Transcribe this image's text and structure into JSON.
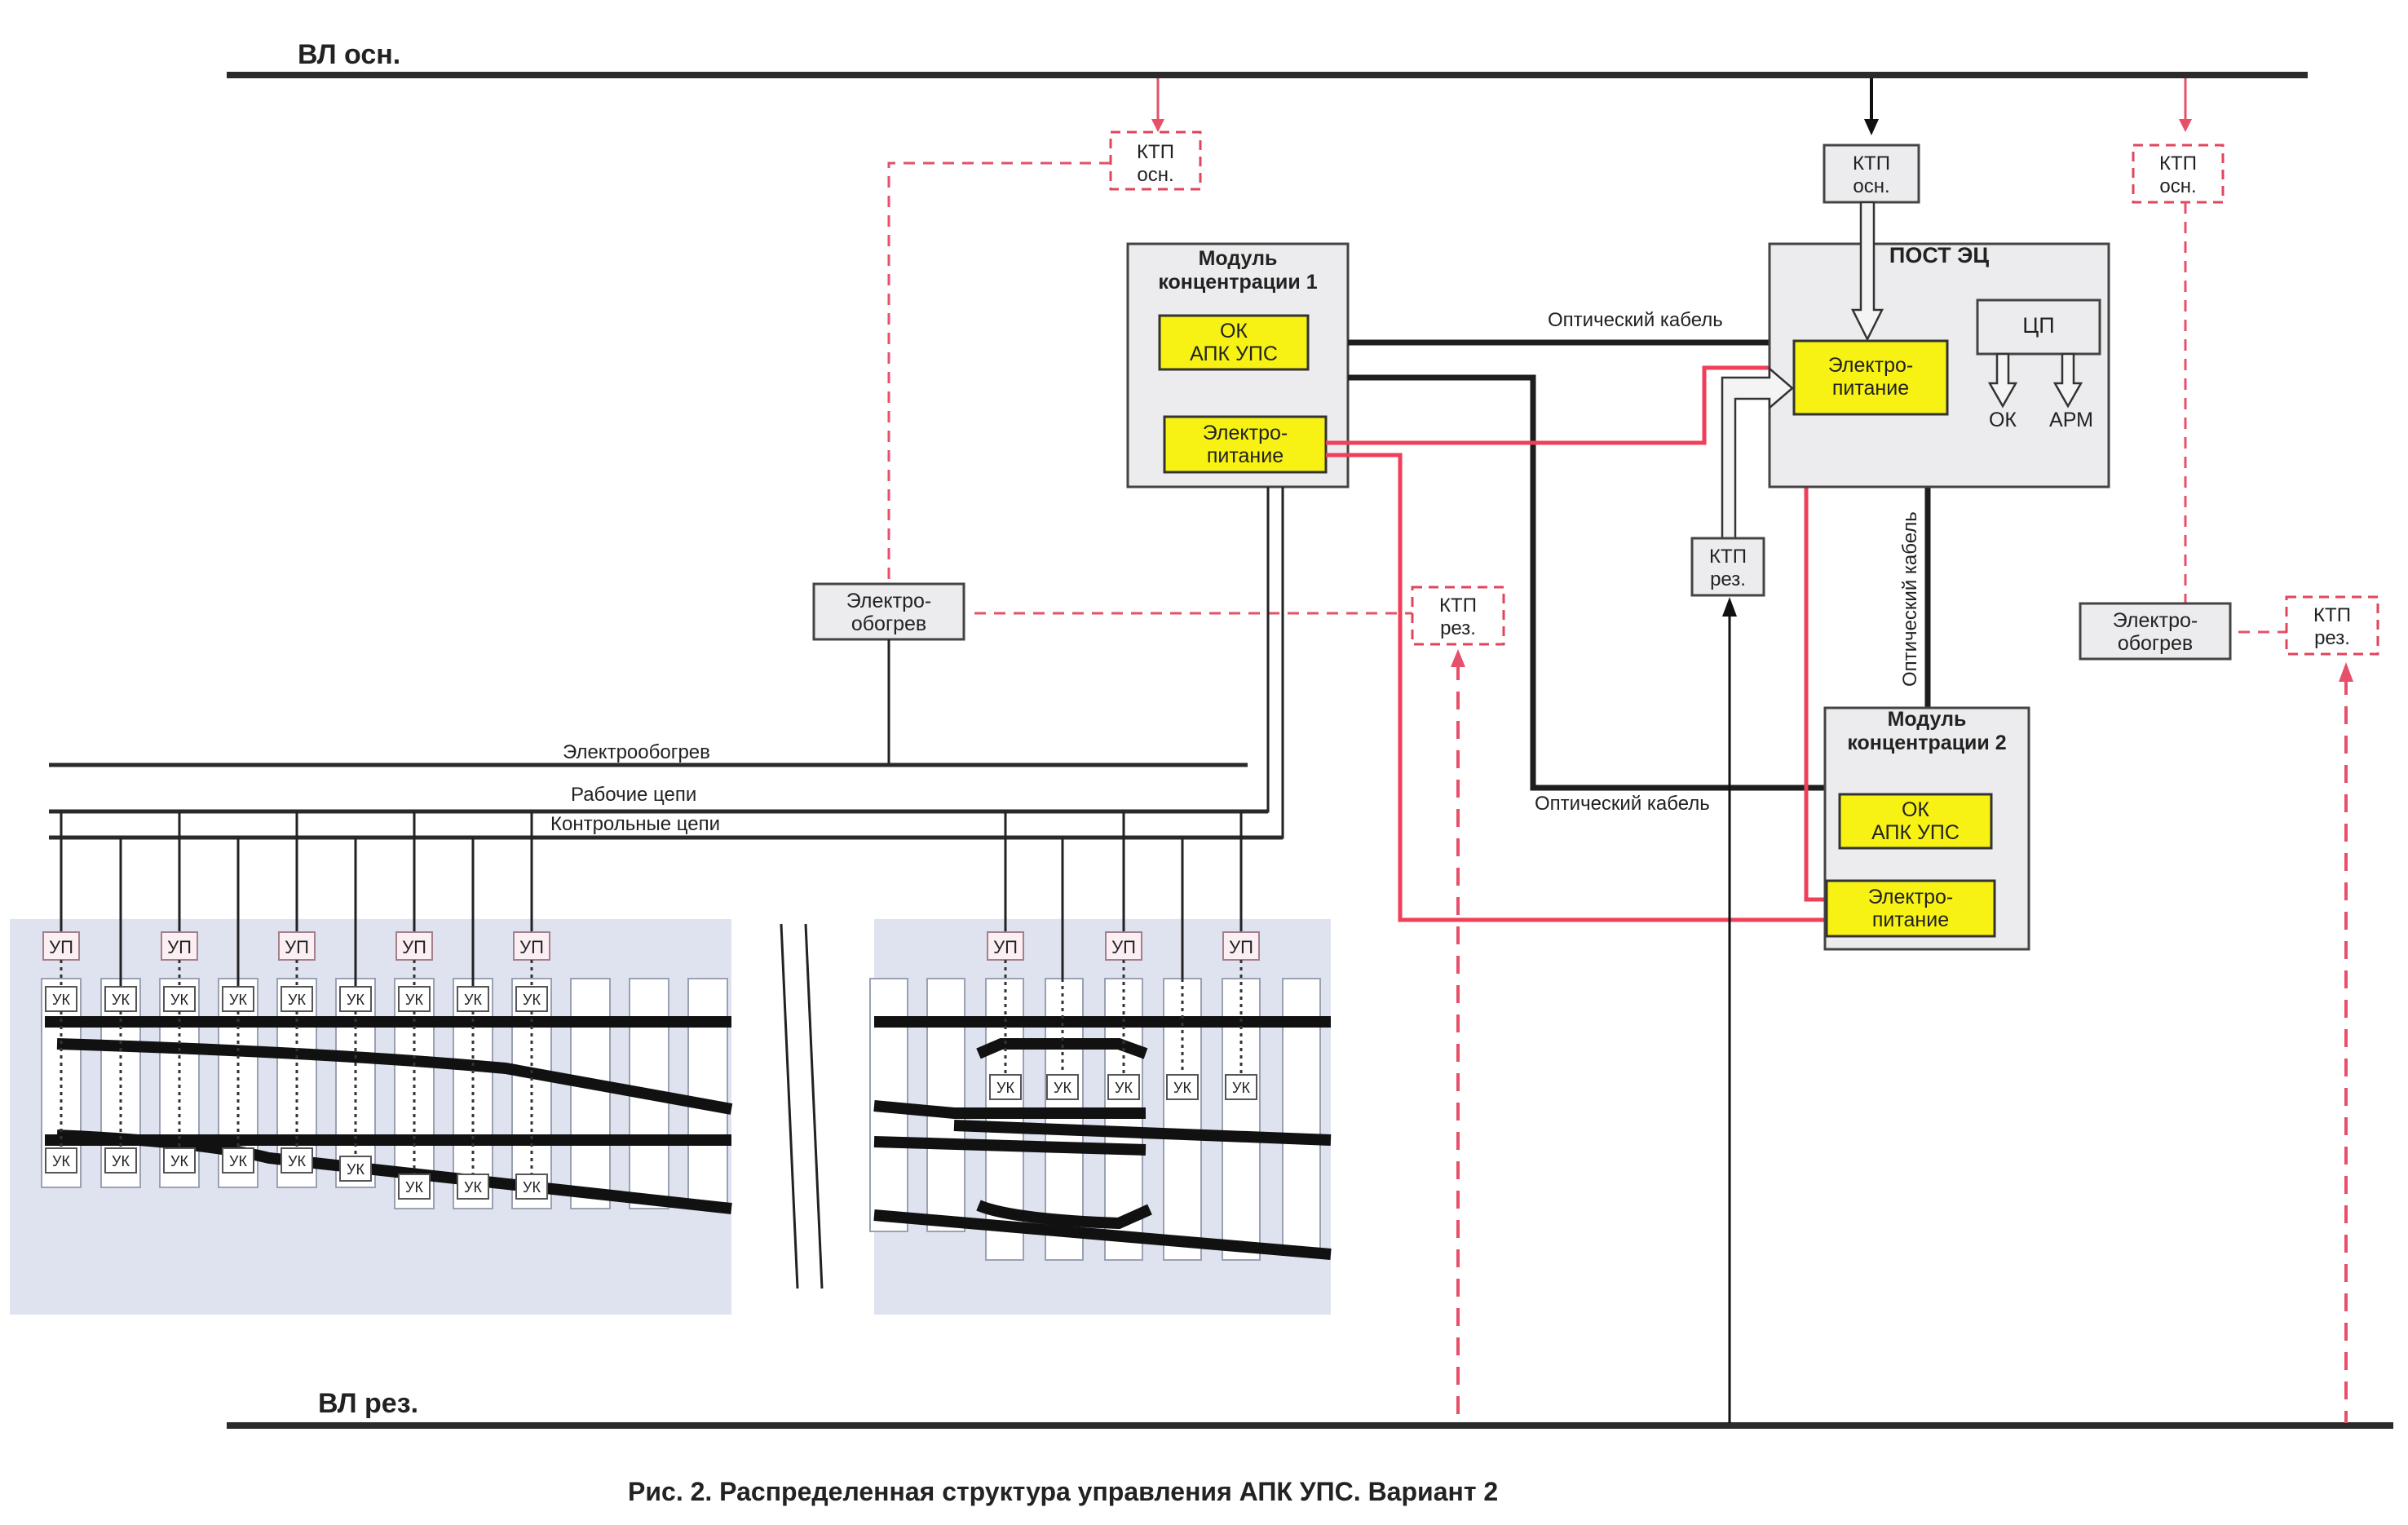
{
  "lines": {
    "main_power": "ВЛ осн.",
    "reserve_power": "ВЛ рез."
  },
  "ktp": {
    "ktp_label": "КТП",
    "main_suffix": "осн.",
    "reserve_suffix": "рез."
  },
  "module1": {
    "title_line1": "Модуль",
    "title_line2": "концентрации 1",
    "ok_line1": "ОК",
    "ok_line2": "АПК УПС",
    "power_line1": "Электро-",
    "power_line2": "питание"
  },
  "module2": {
    "title_line1": "Модуль",
    "title_line2": "концентрации 2",
    "ok_line1": "ОК",
    "ok_line2": "АПК УПС",
    "power_line1": "Электро-",
    "power_line2": "питание"
  },
  "post": {
    "title": "ПОСТ ЭЦ",
    "power_line1": "Электро-",
    "power_line2": "питание",
    "cpu": "ЦП",
    "out_ok": "ОК",
    "out_arm": "АРМ"
  },
  "heating": {
    "line1": "Электро-",
    "line2": "обогрев"
  },
  "cables": {
    "optic_top": "Оптический кабель",
    "optic_vertical": "Оптический кабель",
    "optic_bottom": "Оптический кабель"
  },
  "buses": {
    "heating": "Электрообогрев",
    "working": "Рабочие цепи",
    "control": "Контрольные цепи"
  },
  "devices": {
    "up": "УП",
    "uk": "УК"
  },
  "caption": "Рис. 2. Распределенная структура управления АПК УПС. Вариант 2"
}
